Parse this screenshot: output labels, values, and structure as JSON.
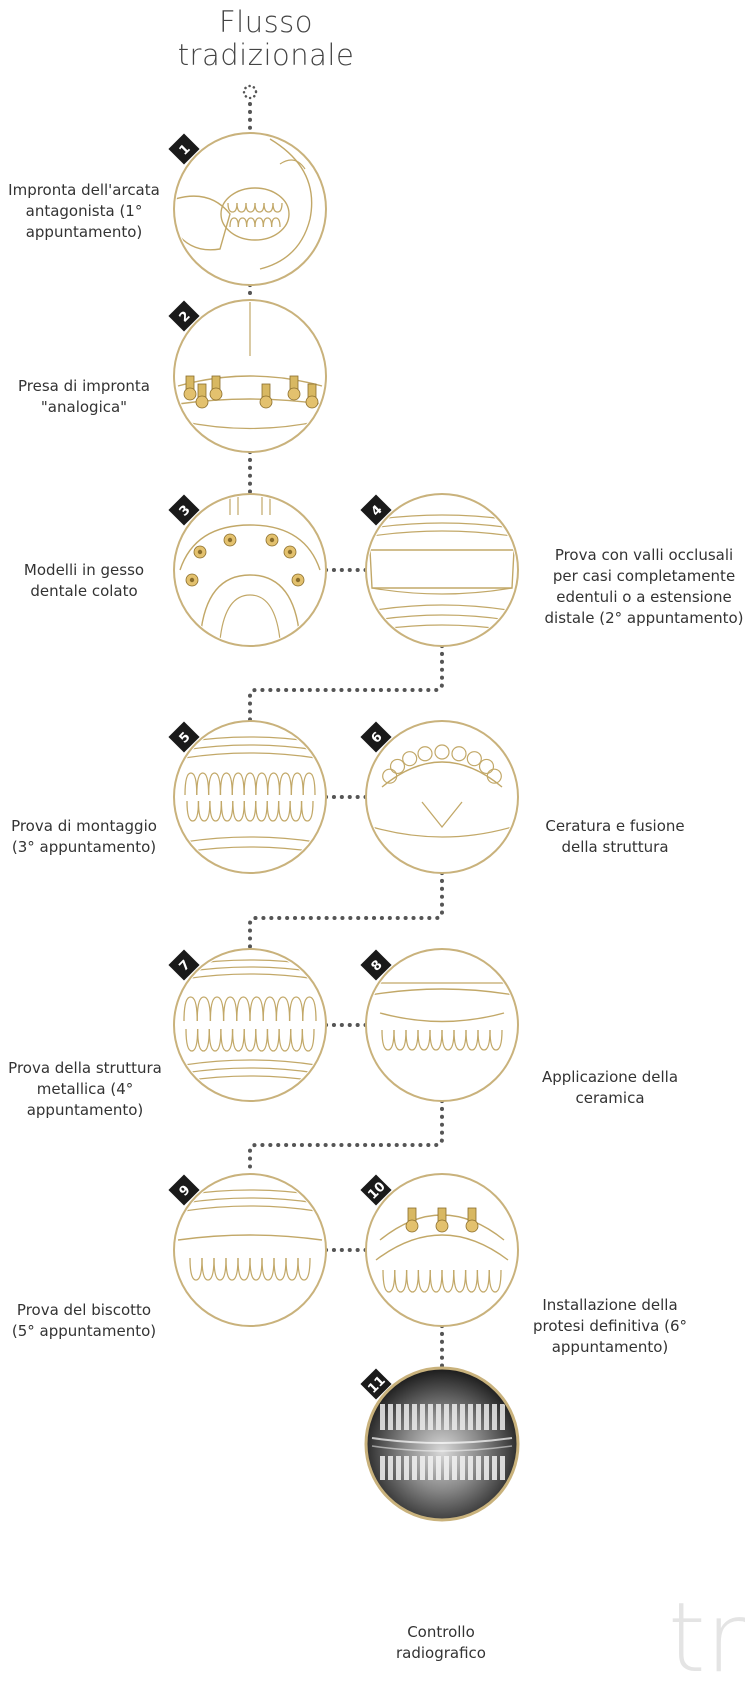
{
  "title": "Flusso tradizionale",
  "watermark": "tr",
  "colors": {
    "gold": "#c9b27c",
    "gold_line": "#c2a868",
    "dots": "#555555",
    "badge": "#1a1a1a",
    "xray_dark": "#1a1a1a"
  },
  "steps": [
    {
      "number": "1",
      "label": "Impronta dell'arcata antagonista (1° appuntamento)",
      "illustration": "patient-mouth-impression"
    },
    {
      "number": "2",
      "label": "Presa di impronta \"analogica\"",
      "illustration": "impression-tray-implants"
    },
    {
      "number": "3",
      "label": "Modelli in gesso dentale colato",
      "illustration": "plaster-model"
    },
    {
      "number": "4",
      "label": "Prova con valli occlusali per casi completamente edentuli o a estensione distale (2° appuntamento)",
      "illustration": "occlusal-rim"
    },
    {
      "number": "5",
      "label": "Prova di montaggio (3° appuntamento)",
      "illustration": "teeth-setup"
    },
    {
      "number": "6",
      "label": "Ceratura e fusione della struttura",
      "illustration": "wax-casting"
    },
    {
      "number": "7",
      "label": "Prova della struttura metallica (4° appuntamento)",
      "illustration": "metal-framework"
    },
    {
      "number": "8",
      "label": "Applicazione della ceramica",
      "illustration": "ceramic-application"
    },
    {
      "number": "9",
      "label": "Prova del biscotto (5° appuntamento)",
      "illustration": "bisque-trial"
    },
    {
      "number": "10",
      "label": "Installazione della protesi definitiva (6° appuntamento)",
      "illustration": "final-prosthesis"
    },
    {
      "number": "11",
      "label": "Controllo radiografico",
      "illustration": "xray"
    }
  ]
}
